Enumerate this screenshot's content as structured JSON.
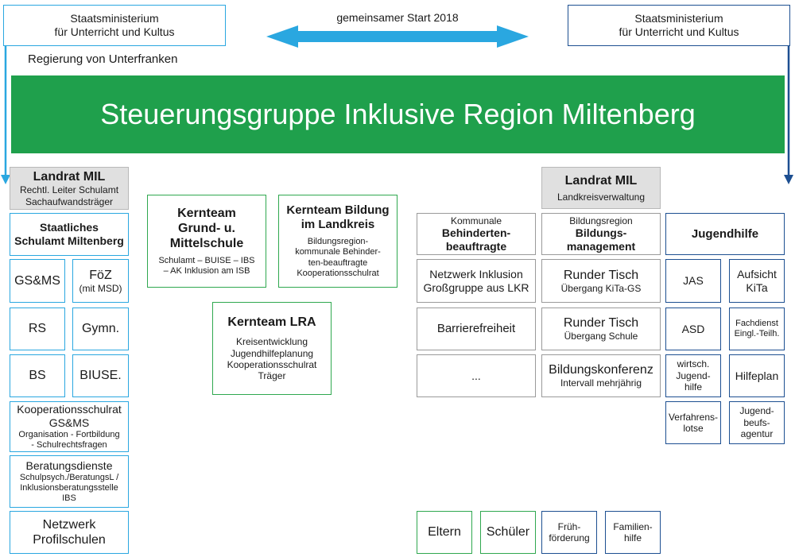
{
  "header": {
    "left_ministry": [
      "Staatsministerium",
      "für Unterricht und Kultus"
    ],
    "right_ministry": [
      "Staatsministerium",
      "für Unterricht und Kultus"
    ],
    "start_label": "gemeinsamer Start 2018",
    "regierung": "Regierung von Unterfranken",
    "banner": "Steuerungsgruppe Inklusive Region Miltenberg"
  },
  "left": {
    "landrat": {
      "title": "Landrat MIL",
      "lines": [
        "Rechtl. Leiter Schulamt",
        "Sachaufwandsträger"
      ]
    },
    "schulamt": [
      "Staatliches",
      "Schulamt Miltenberg"
    ],
    "grid": [
      {
        "main": "GS&MS",
        "sub": ""
      },
      {
        "main": "FöZ",
        "sub": "(mit MSD)"
      },
      {
        "main": "RS",
        "sub": ""
      },
      {
        "main": "Gymn.",
        "sub": ""
      },
      {
        "main": "BS",
        "sub": ""
      },
      {
        "main": "BIUSE.",
        "sub": ""
      }
    ],
    "kooperation": {
      "title": [
        "Kooperationsschulrat",
        "GS&MS"
      ],
      "lines": [
        "Organisation -  Fortbildung",
        "- Schulrechtsfragen"
      ]
    },
    "beratung": {
      "title": "Beratungsdienste",
      "lines": [
        "Schulpsych./BeratungsL /",
        "Inklusionsberatungsstelle",
        "IBS"
      ]
    },
    "netzwerk": [
      "Netzwerk",
      "Profilschulen"
    ]
  },
  "center": {
    "kernteam_gms": {
      "title": [
        "Kernteam",
        "Grund- u.",
        "Mittelschule"
      ],
      "lines": [
        "Schulamt – BUISE – IBS",
        "– AK Inklusion am ISB"
      ]
    },
    "kernteam_bildung": {
      "title": [
        "Kernteam Bildung",
        "im Landkreis"
      ],
      "lines": [
        "Bildungsregion-",
        "kommunale Behinder-",
        "ten-beauftragte",
        "Kooperationsschulrat"
      ]
    },
    "kernteam_lra": {
      "title": "Kernteam LRA",
      "lines": [
        "Kreisentwicklung",
        "Jugendhilfeplanung",
        "Kooperationsschulrat",
        "Träger"
      ]
    }
  },
  "right": {
    "landrat": {
      "title": "Landrat MIL",
      "sub": "Landkreisverwaltung"
    },
    "behinderten": {
      "pre": "Kommunale",
      "title": [
        "Behinderten-",
        "beauftragte"
      ]
    },
    "bildungsmgmt": {
      "pre": "Bildungsregion",
      "title": [
        "Bildungs-",
        "management"
      ]
    },
    "jugendhilfe": "Jugendhilfe",
    "col1": [
      [
        "Netzwerk Inklusion",
        "Großgruppe aus LKR"
      ],
      [
        "Barrierefreiheit"
      ],
      [
        "..."
      ]
    ],
    "col2": [
      {
        "main": "Runder Tisch",
        "sub": "Übergang KiTa-GS"
      },
      {
        "main": "Runder Tisch",
        "sub": "Übergang Schule"
      },
      {
        "main": "Bildungskonferenz",
        "sub": "Intervall mehrjährig"
      }
    ],
    "jh_grid": [
      [
        "JAS"
      ],
      [
        "Aufsicht",
        "KiTa"
      ],
      [
        "ASD"
      ],
      [
        "Fachdienst",
        "Eingl.-Teilh."
      ],
      [
        "wirtsch.",
        "Jugend-",
        "hilfe"
      ],
      [
        "Hilfeplan"
      ],
      [
        "Verfahrens-",
        "lotse"
      ],
      [
        "Jugend-",
        "beufs-",
        "agentur"
      ]
    ],
    "bottom": [
      [
        "Eltern"
      ],
      [
        "Schüler"
      ],
      [
        "Früh-",
        "förderung"
      ],
      [
        "Familien-",
        "hilfe"
      ]
    ]
  },
  "colors": {
    "green": "#1fa04c",
    "cyan": "#2aa7e0",
    "navy": "#1d4f91",
    "gray": "#9a9a9a",
    "fill": "#e0e0e0"
  }
}
